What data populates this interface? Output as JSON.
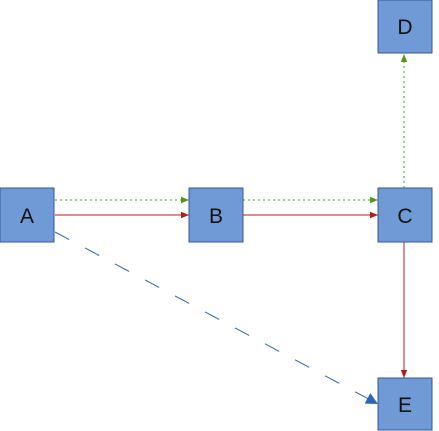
{
  "nodes": [
    {
      "id": "A",
      "label": "A"
    },
    {
      "id": "B",
      "label": "B"
    },
    {
      "id": "C",
      "label": "C"
    },
    {
      "id": "D",
      "label": "D"
    },
    {
      "id": "E",
      "label": "E"
    }
  ],
  "edges": [
    {
      "from": "A",
      "to": "B",
      "style": "dotted",
      "color": "#4e9a1e"
    },
    {
      "from": "A",
      "to": "B",
      "style": "solid",
      "color": "#b41c1c"
    },
    {
      "from": "B",
      "to": "C",
      "style": "dotted",
      "color": "#4e9a1e"
    },
    {
      "from": "B",
      "to": "C",
      "style": "solid",
      "color": "#b41c1c"
    },
    {
      "from": "C",
      "to": "D",
      "style": "dotted",
      "color": "#4e9a1e"
    },
    {
      "from": "C",
      "to": "E",
      "style": "solid",
      "color": "#b41c1c"
    },
    {
      "from": "A",
      "to": "E",
      "style": "dashed",
      "color": "#2a67b8"
    }
  ],
  "colors": {
    "node_fill": "#6f9ad6",
    "node_border": "#34579c",
    "label_text": "#111111"
  }
}
